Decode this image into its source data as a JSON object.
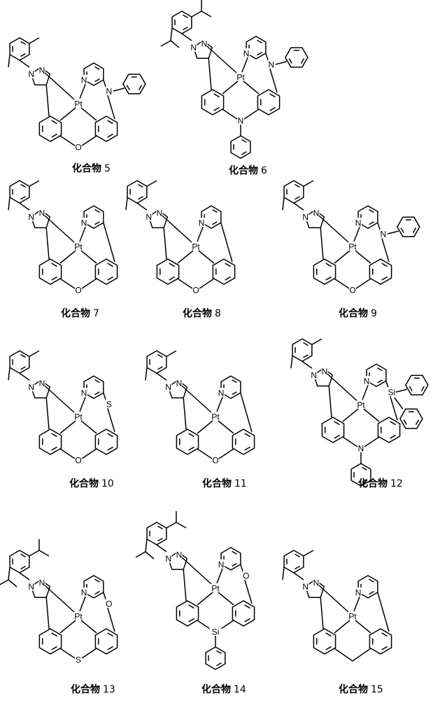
{
  "compounds": [
    {
      "label": "化合物",
      "number": "5"
    },
    {
      "label": "化合物",
      "number": "6"
    },
    {
      "label": "化合物",
      "number": "7"
    },
    {
      "label": "化合物",
      "number": "8"
    },
    {
      "label": "化合物",
      "number": "9"
    },
    {
      "label": "化合物",
      "number": "10"
    },
    {
      "label": "化合物",
      "number": "11"
    },
    {
      "label": "化合物",
      "number": "12"
    },
    {
      "label": "化合物",
      "number": "13"
    },
    {
      "label": "化合物",
      "number": "14"
    },
    {
      "label": "化合物",
      "number": "15"
    }
  ],
  "atoms": {
    "pt": "Pt",
    "n": "N",
    "o": "O",
    "s": "S",
    "si": "Si"
  }
}
